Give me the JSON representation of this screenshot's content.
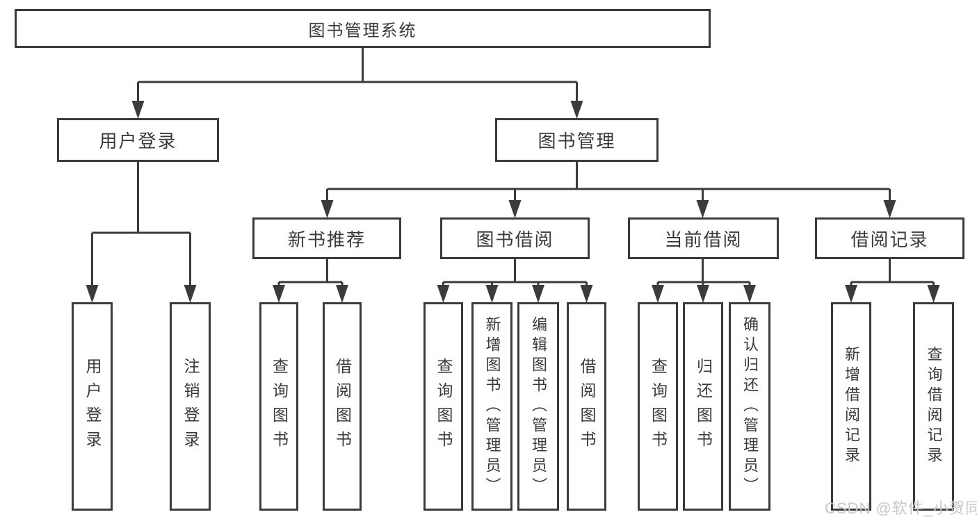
{
  "page": {
    "watermark": "CSDN @软件_小贺同学"
  },
  "colors": {
    "line": "#3b3b3d",
    "text": "#3a3a3a",
    "watermark": "#c8c8c8",
    "background": "#ffffff"
  },
  "tree": {
    "root": {
      "label": "图书管理系统"
    },
    "branches": [
      {
        "label": "用户登录",
        "children": [
          {
            "label": "用户登录"
          },
          {
            "label": "注销登录"
          }
        ]
      },
      {
        "label": "图书管理",
        "children": [
          {
            "label": "新书推荐",
            "children": [
              {
                "label": "查询图书"
              },
              {
                "label": "借阅图书"
              }
            ]
          },
          {
            "label": "图书借阅",
            "children": [
              {
                "label": "查询图书"
              },
              {
                "label": "新增图书（管理员）"
              },
              {
                "label": "编辑图书（管理员）"
              },
              {
                "label": "借阅图书"
              }
            ]
          },
          {
            "label": "当前借阅",
            "children": [
              {
                "label": "查询图书"
              },
              {
                "label": "归还图书"
              },
              {
                "label": "确认归还（管理员）"
              }
            ]
          },
          {
            "label": "借阅记录",
            "children": [
              {
                "label": "新增借阅记录"
              },
              {
                "label": "查询借阅记录"
              }
            ]
          }
        ]
      }
    ]
  }
}
